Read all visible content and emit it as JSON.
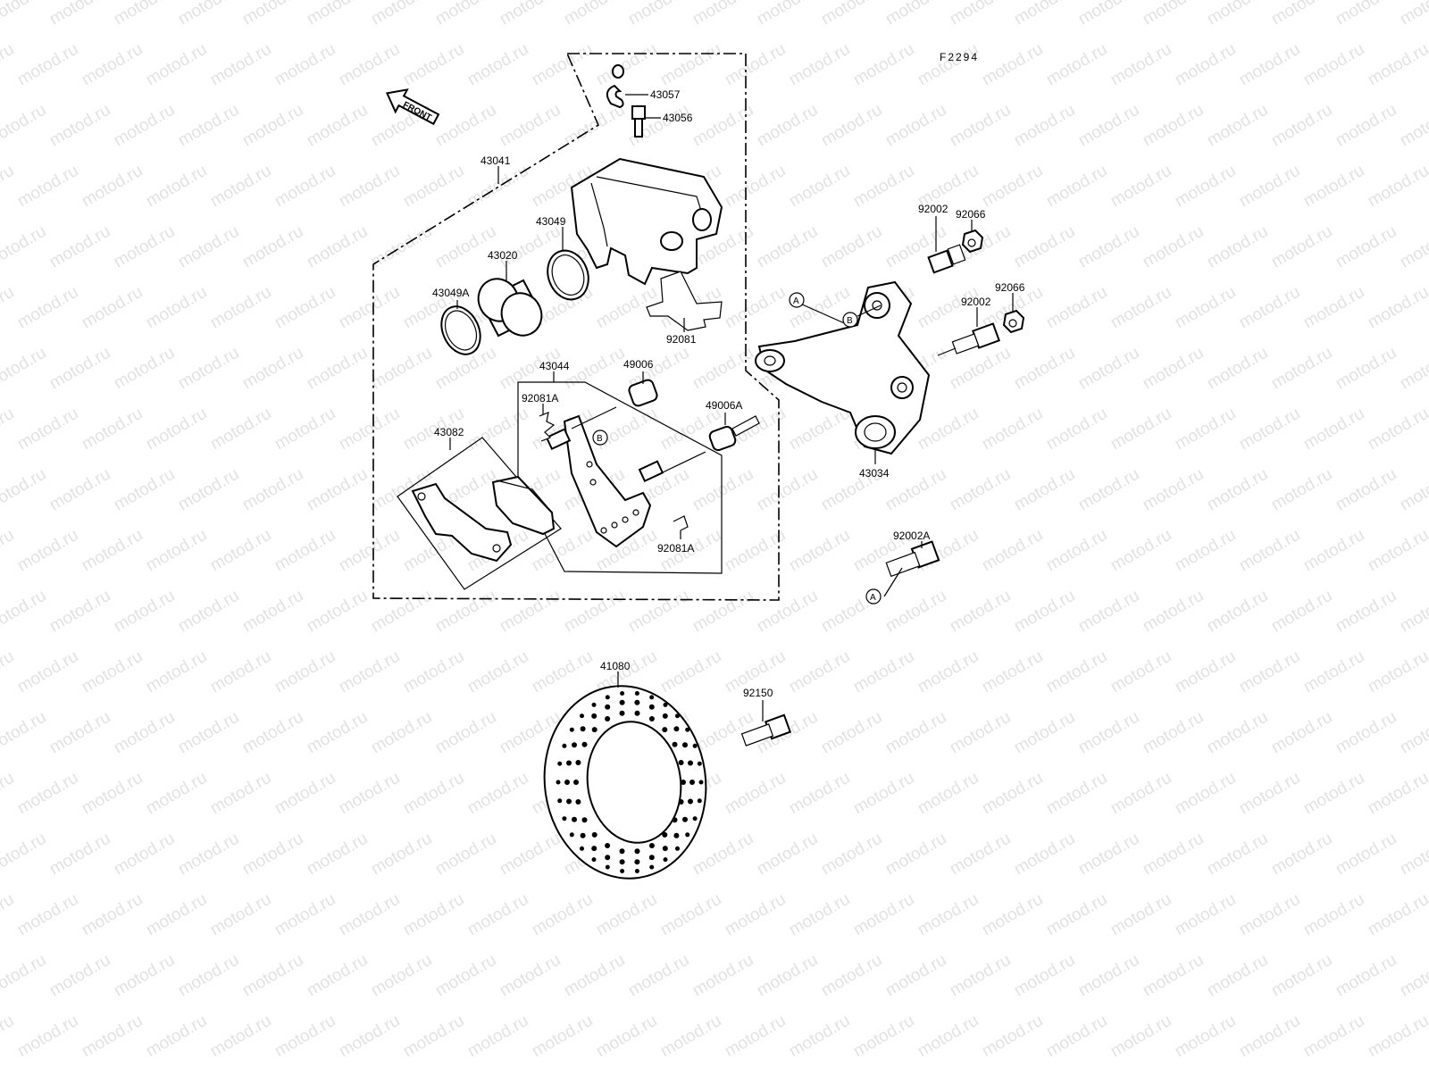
{
  "diagram": {
    "figure_code": "F2294",
    "front_label": "FRONT",
    "watermark": "motod.ru",
    "parts": {
      "p43057": "43057",
      "p43056": "43056",
      "p43041": "43041",
      "p43049": "43049",
      "p43020": "43020",
      "p43049A": "43049A",
      "p92081": "92081",
      "p43044": "43044",
      "p49006": "49006",
      "p92081A_top": "92081A",
      "p49006A": "49006A",
      "p43082": "43082",
      "p92081A_bot": "92081A",
      "p92066_top": "92066",
      "p92002_top": "92002",
      "p92066_mid": "92066",
      "p92002_mid": "92002",
      "p43034": "43034",
      "p92002A": "92002A",
      "p41080": "41080",
      "p92150": "92150"
    },
    "markers": {
      "a_bracket": "A",
      "b_bracket": "B",
      "b_holder": "B",
      "a_bolt": "A"
    }
  }
}
